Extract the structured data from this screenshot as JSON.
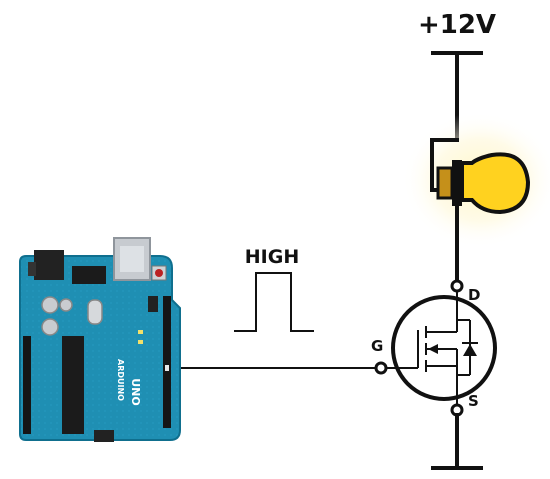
{
  "supply_label": "+12V",
  "signal_label": "HIGH",
  "mosfet": {
    "drain_label": "D",
    "gate_label": "G",
    "source_label": "S"
  },
  "arduino": {
    "brand": "ARDUINO",
    "model": "UNO"
  },
  "colors": {
    "board": "#1f8fb3",
    "board_edge": "#0f6f8e",
    "bulb": "#ffd21f",
    "glow": "#fff3b0",
    "wire": "#111111"
  }
}
